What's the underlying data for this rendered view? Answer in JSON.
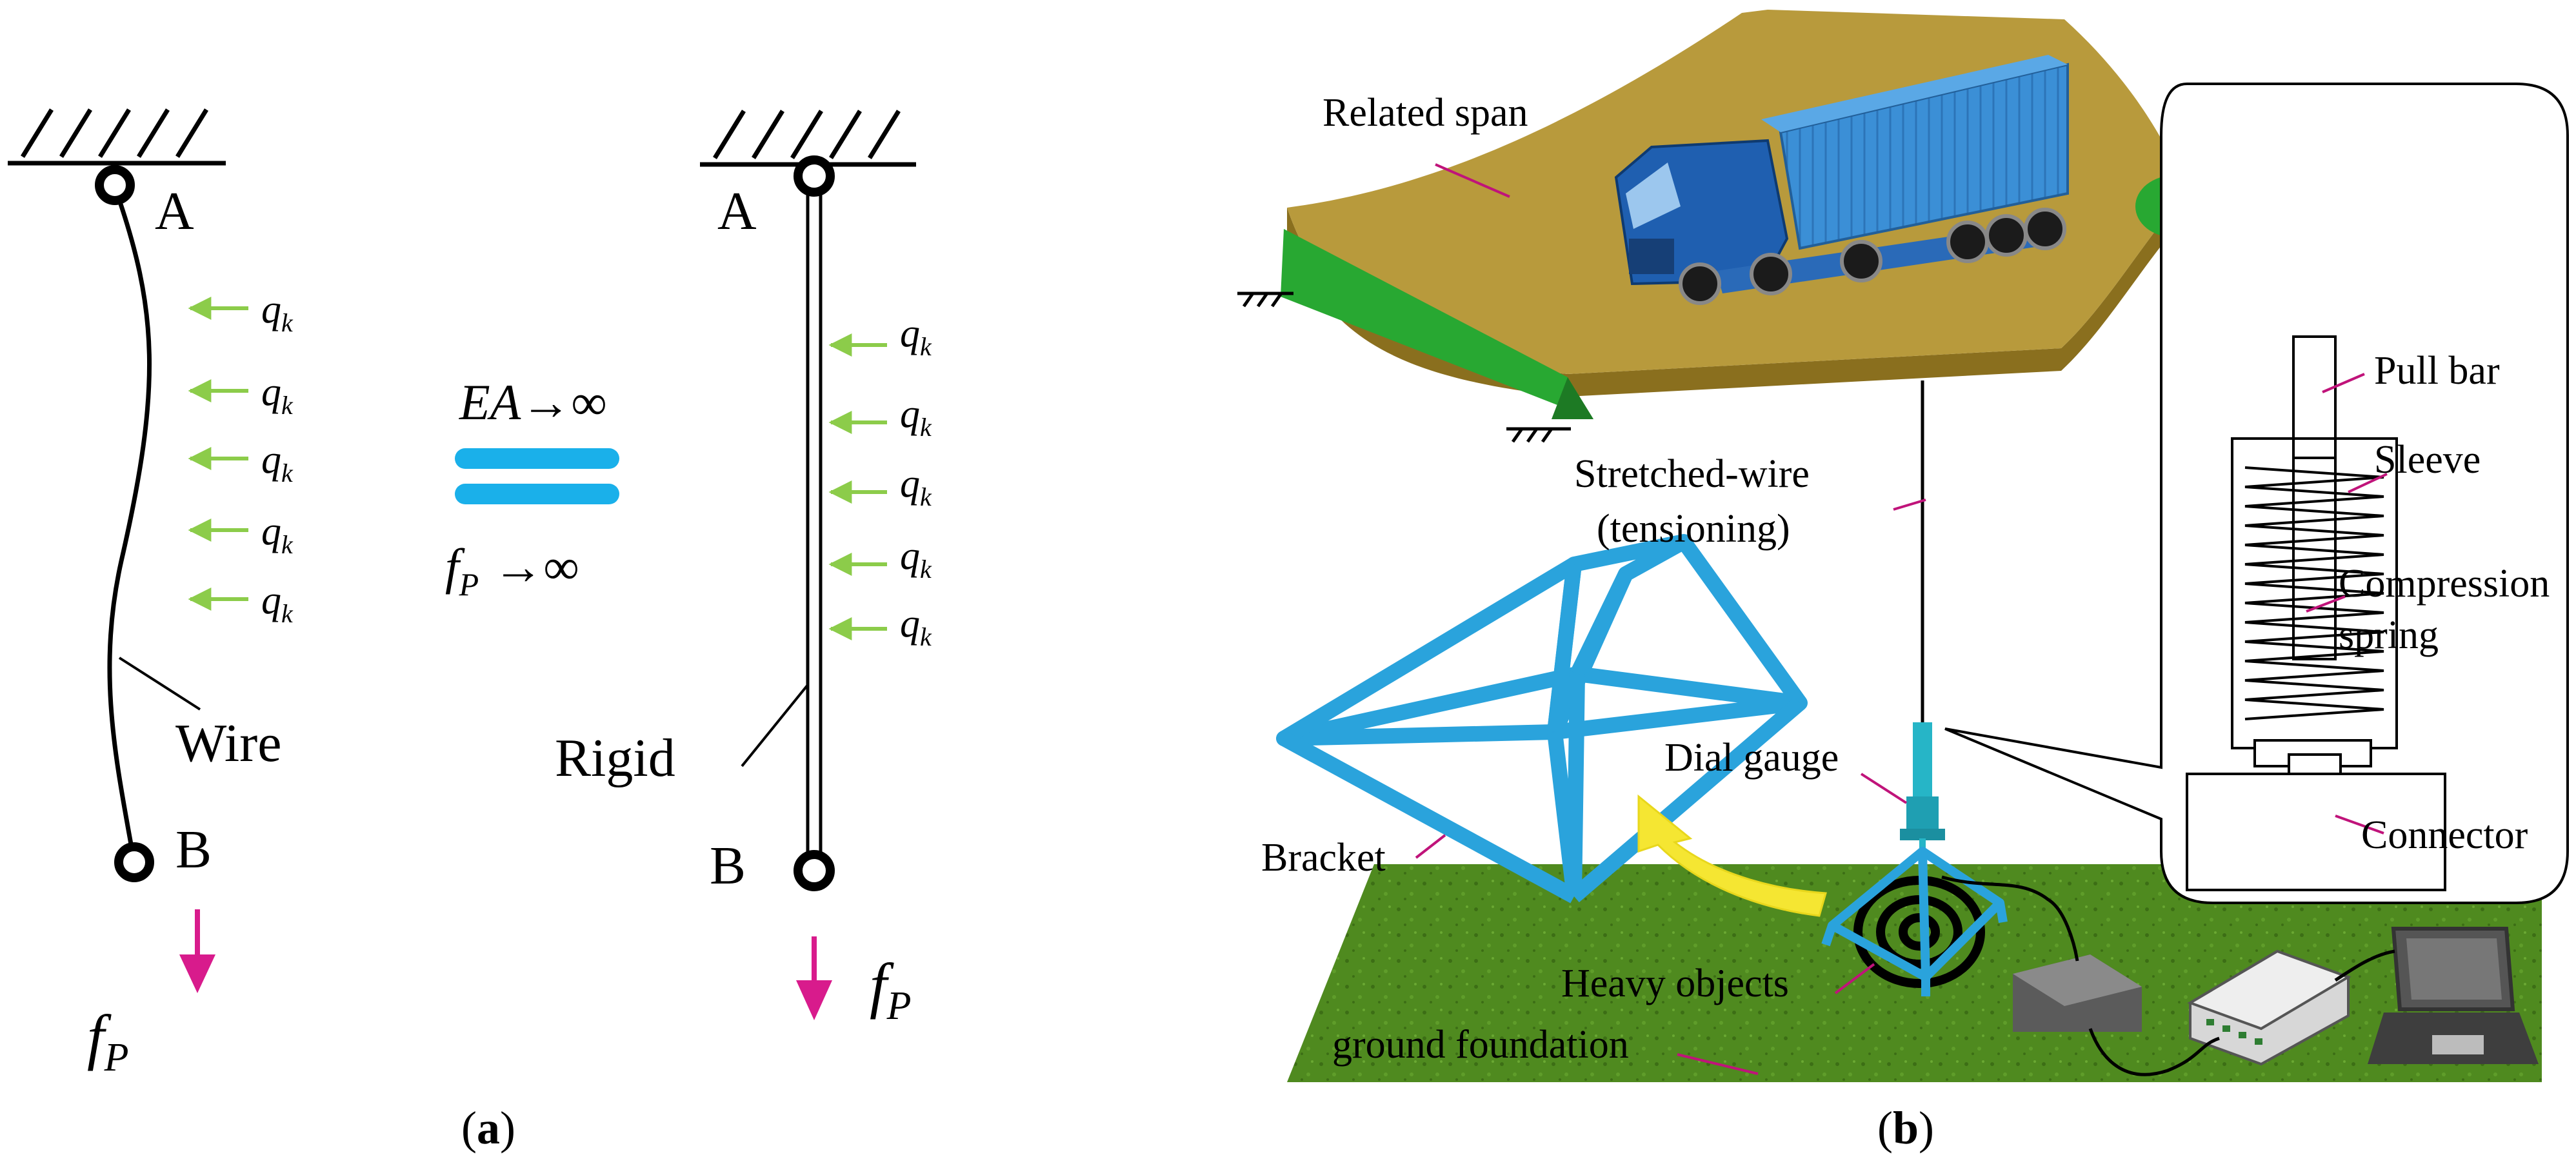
{
  "panel_a": {
    "wire_model": {
      "top_node": "A",
      "bottom_node": "B",
      "load": "q",
      "load_subscript": "k",
      "load_count": 5,
      "element_label": "Wire",
      "force": "f",
      "force_subscript": "P"
    },
    "equivalence": {
      "line1_symbol": "EA",
      "line1_arrow": "→∞",
      "line2_symbol": "f",
      "line2_subscript": "P",
      "line2_arrow": "→∞"
    },
    "rigid_model": {
      "top_node": "A",
      "bottom_node": "B",
      "load": "q",
      "load_subscript": "k",
      "load_count": 5,
      "element_label": "Rigid",
      "force": "f",
      "force_subscript": "P"
    },
    "caption_open": "(",
    "caption_letter": "a",
    "caption_close": ")"
  },
  "panel_b": {
    "labels": {
      "related_span": "Related span",
      "stretched_wire_1": "Stretched-wire",
      "stretched_wire_2": "(tensioning)",
      "dial_gauge": "Dial gauge",
      "bracket": "Bracket",
      "heavy_objects": "Heavy objects",
      "ground_foundation": "ground foundation",
      "pull_bar": "Pull bar",
      "sleeve": "Sleeve",
      "compression_spring_1": "Compression",
      "compression_spring_2": "spring",
      "connector": "Connector"
    },
    "caption_open": "(",
    "caption_letter": "b",
    "caption_close": ")"
  },
  "colors": {
    "load_arrow": "#8ccc4a",
    "force_arrow": "#d81b8c",
    "equals_bars": "#1ab0ea",
    "deck_top": "#b89a3c",
    "deck_side": "#8a6f1e",
    "support_green": "#28a832",
    "truck_blue": "#3b8fd6",
    "bracket_blue": "#2aa3dc",
    "ground_green": "#4f8a1f",
    "leader_line": "#c0137a",
    "yellow_arrow": "#f5e632"
  }
}
